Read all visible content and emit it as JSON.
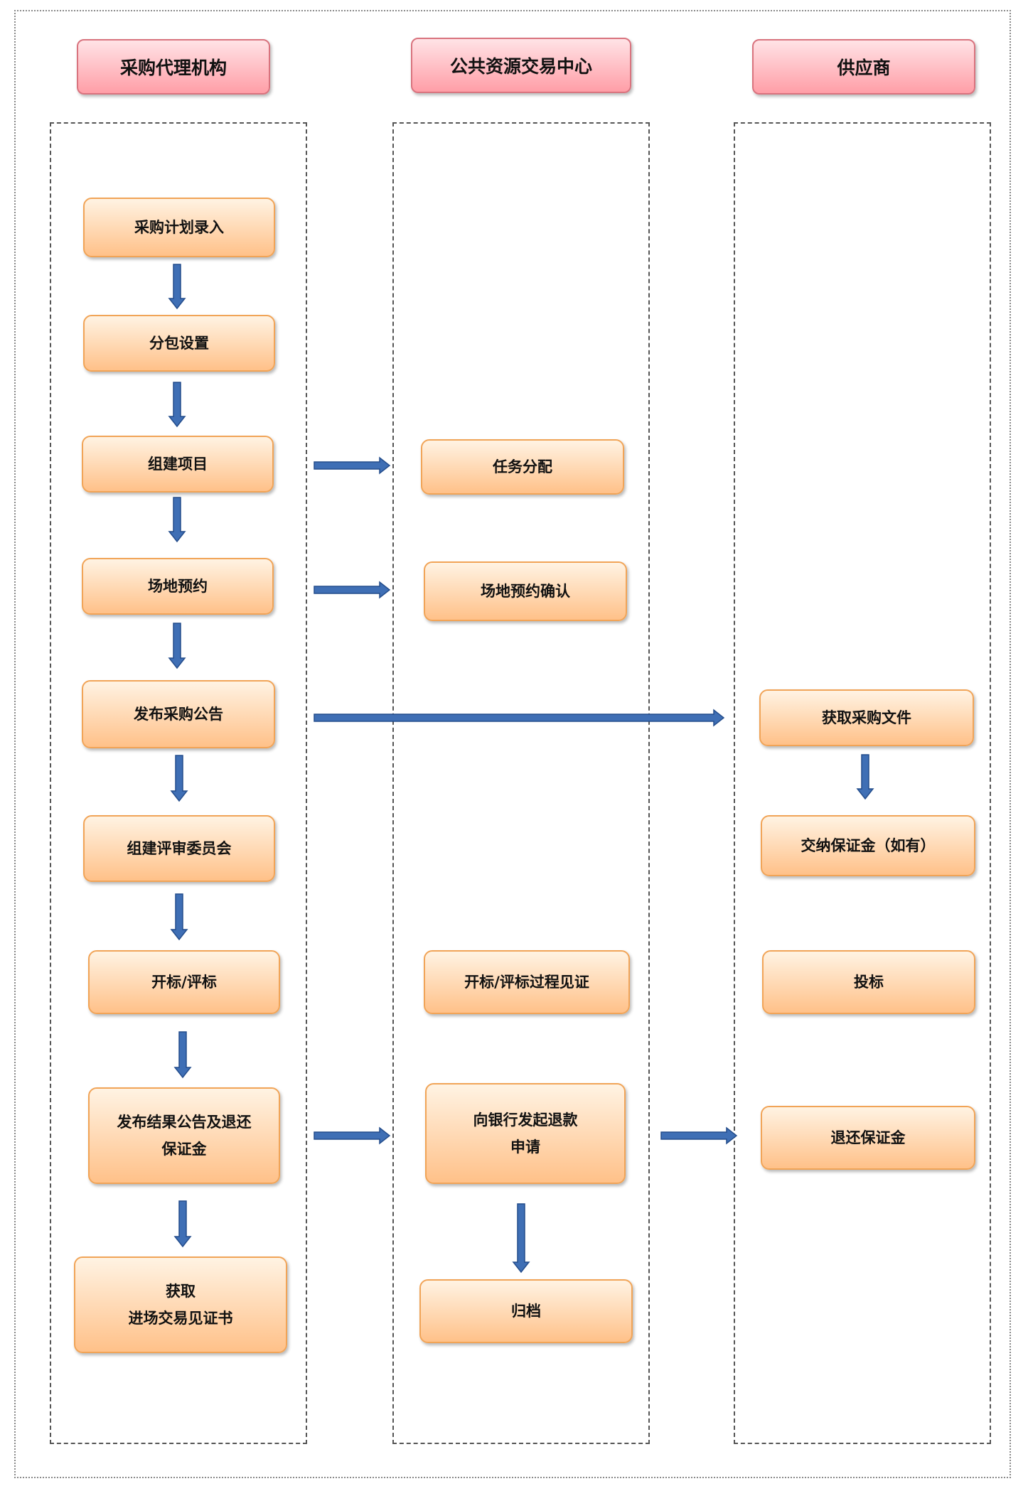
{
  "lanes": {
    "agency": "采购代理机构",
    "center": "公共资源交易中心",
    "supplier": "供应商"
  },
  "agency_steps": {
    "plan_entry": "采购计划录入",
    "package_setup": "分包设置",
    "create_project": "组建项目",
    "venue_booking": "场地预约",
    "publish_notice": "发布采购公告",
    "form_committee": "组建评审委员会",
    "open_evaluate": "开标/评标",
    "publish_result_line1": "发布结果公告及退还",
    "publish_result_line2": "保证金",
    "get_cert_line1": "获取",
    "get_cert_line2": "进场交易见证书"
  },
  "center_steps": {
    "task_assign": "任务分配",
    "venue_confirm": "场地预约确认",
    "witness": "开标/评标过程见证",
    "refund_request_line1": "向银行发起退款",
    "refund_request_line2": "申请",
    "archive": "归档"
  },
  "supplier_steps": {
    "get_docs": "获取采购文件",
    "pay_deposit": "交纳保证金（如有）",
    "bid": "投标",
    "refund_deposit": "退还保证金"
  },
  "colors": {
    "header_border": "#d9737e",
    "box_border": "#f1a457",
    "arrow_fill": "#3f6fb5",
    "arrow_stroke": "#244d8c"
  }
}
